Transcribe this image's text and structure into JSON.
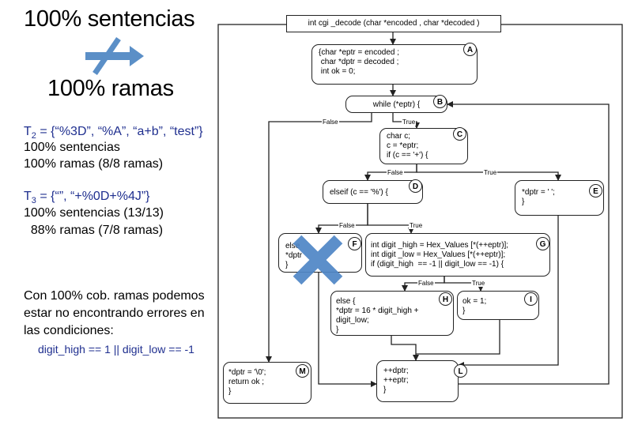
{
  "left": {
    "heading_top": "100% sentencias",
    "heading_bottom": "100% ramas",
    "t2_label": "T",
    "t2_sub": "2",
    "t2_set": " = {“%3D”, “%A”, “a+b”, “test”}",
    "t2_line1": "100% sentencias",
    "t2_line2": "100% ramas (8/8 ramas)",
    "t3_label": "T",
    "t3_sub": "3",
    "t3_set": " = {“”, “+%0D+%4J”}",
    "t3_line1": "100% sentencias (13/13)",
    "t3_line2": "  88% ramas (7/8 ramas)",
    "note_line1": "Con 100% cob. ramas podemos",
    "note_line2": "estar no encontrando errores en",
    "note_line3": "las condiciones:",
    "condition": "digit_high == 1 || digit_low == -1"
  },
  "diagram": {
    "header": "int cgi _decode (char *encoded , char *decoded )",
    "nodes": {
      "A": "{char *eptr = encoded ;\n char *dptr = decoded ;\n int ok = 0;",
      "B": "while (*eptr) {",
      "C": "char c;\nc = *eptr;\nif (c == '+') {",
      "D": "elseif (c == '%') {",
      "E": "*dptr = ' ';\n}",
      "F": "else\n*dptr\n}",
      "G": "int digit _high = Hex_Values [*(++eptr)];\nint digit _low = Hex_Values [*(++eptr)];\nif (digit_high  == -1 || digit_low == -1) {",
      "H": "else {\n*dptr = 16 * digit_high +\ndigit_low;\n}",
      "I": "ok = 1;\n}",
      "L": "++dptr;\n++eptr;\n}",
      "M": "*dptr = '\\0';\nreturn ok ;\n}"
    },
    "edge_labels": {
      "b_false": "False",
      "b_true": "True",
      "c_false": "False",
      "c_true": "True",
      "d_false": "False",
      "d_true": "True",
      "g_false": "False",
      "g_true": "True"
    }
  },
  "colors": {
    "arrow_blue": "#5b8fc7",
    "cross_blue": "#4f86c6",
    "text_blue": "#1f2f8f"
  }
}
